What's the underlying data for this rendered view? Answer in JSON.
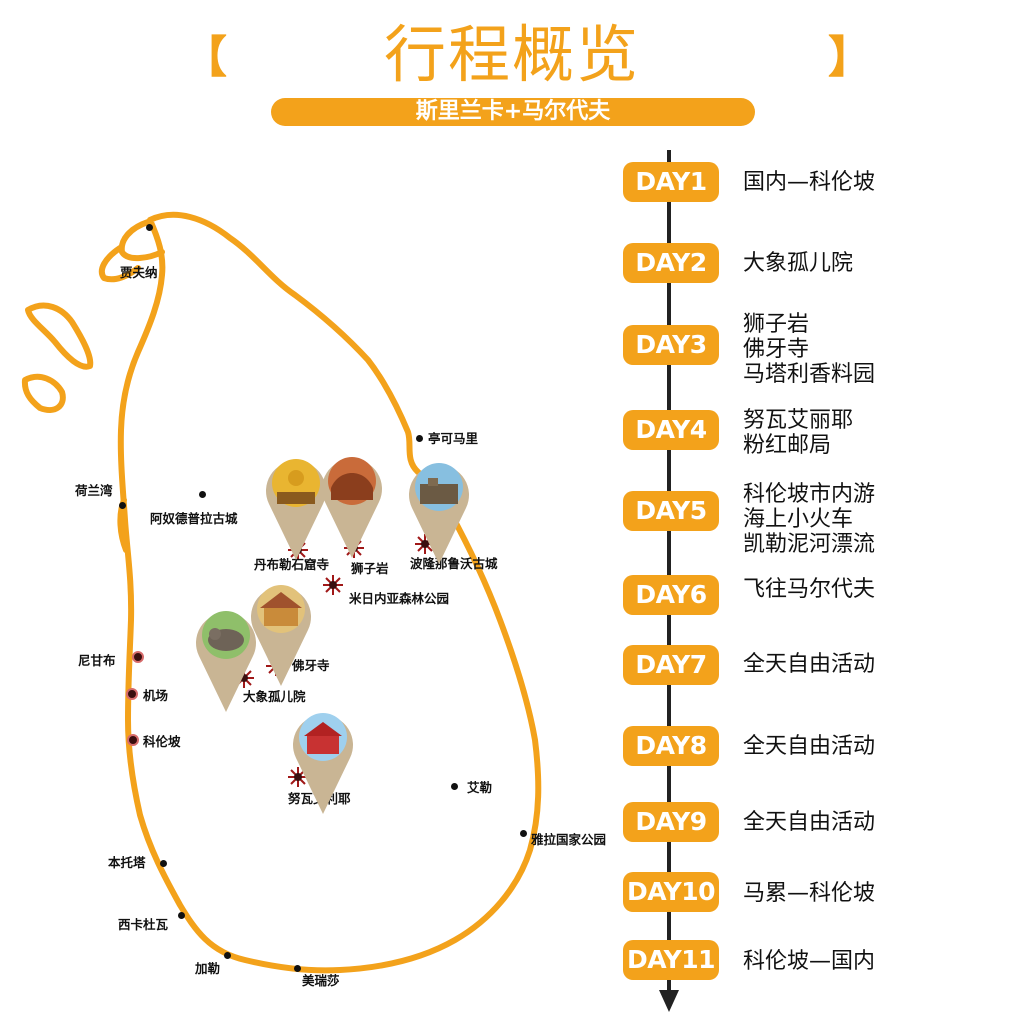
{
  "header": {
    "bracket_left": "【",
    "bracket_right": "】",
    "title": "行程概览",
    "subtitle": "斯里兰卡+马尔代夫"
  },
  "map": {
    "places": {
      "jaffna": "贾夫纳",
      "trincomalee": "亭可马里",
      "negombo_bay": "荷兰湾",
      "anuradhapura": "阿奴德普拉古城",
      "dambulla": "丹布勒石窟寺",
      "sigiriya": "狮子岩",
      "polonnaruwa": "波隆那鲁沃古城",
      "minneriya": "米日内亚森林公园",
      "negombo": "尼甘布",
      "airport": "机场",
      "colombo": "科伦坡",
      "temple_tooth": "佛牙寺",
      "elephant_orphanage": "大象孤儿院",
      "nuwara_eliya": "努瓦艾利耶",
      "ella": "艾勒",
      "yala": "雅拉国家公园",
      "bentota": "本托塔",
      "hikkaduwa": "西卡杜瓦",
      "galle": "加勒",
      "mirissa": "美瑞莎"
    },
    "colors": {
      "coast": "#f3a21b",
      "pin": "#c9b594",
      "burst": "#a01818"
    }
  },
  "timeline": {
    "days": [
      {
        "label": "DAY1",
        "lines": [
          "国内—科伦坡"
        ]
      },
      {
        "label": "DAY2",
        "lines": [
          "大象孤儿院"
        ]
      },
      {
        "label": "DAY3",
        "lines": [
          "狮子岩",
          "佛牙寺",
          "马塔利香料园"
        ]
      },
      {
        "label": "DAY4",
        "lines": [
          "努瓦艾丽耶",
          "粉红邮局"
        ]
      },
      {
        "label": "DAY5",
        "lines": [
          "科伦坡市内游",
          "海上小火车",
          "凯勒泥河漂流"
        ]
      },
      {
        "label": "DAY6",
        "lines": [
          "飞往马尔代夫"
        ]
      },
      {
        "label": "DAY7",
        "lines": [
          "全天自由活动"
        ]
      },
      {
        "label": "DAY8",
        "lines": [
          "全天自由活动"
        ]
      },
      {
        "label": "DAY9",
        "lines": [
          "全天自由活动"
        ]
      },
      {
        "label": "DAY10",
        "lines": [
          "马累—科伦坡"
        ]
      },
      {
        "label": "DAY11",
        "lines": [
          "科伦坡—国内"
        ]
      }
    ],
    "colors": {
      "badge": "#f3a21b",
      "axis": "#222222"
    }
  }
}
